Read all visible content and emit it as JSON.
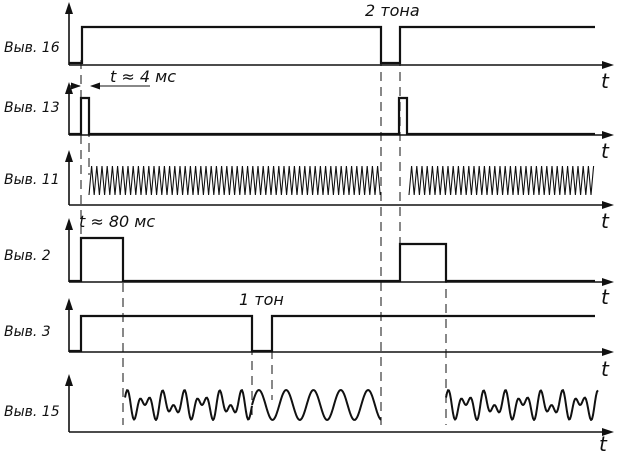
{
  "rows": [
    {
      "label": "Выв. 16",
      "axis_label": "t"
    },
    {
      "label": "Выв. 13",
      "axis_label": "t"
    },
    {
      "label": "Выв. 11",
      "axis_label": "t"
    },
    {
      "label": "Выв. 2",
      "axis_label": "t"
    },
    {
      "label": "Выв. 3",
      "axis_label": "t"
    },
    {
      "label": "Выв. 15",
      "axis_label": "t"
    }
  ],
  "annotations": {
    "two_tones": "2 тона",
    "one_tone": "1 тон",
    "pulse_4ms": "t ≈ 4 мс",
    "pulse_80ms": "t ≈ 80 мс"
  }
}
